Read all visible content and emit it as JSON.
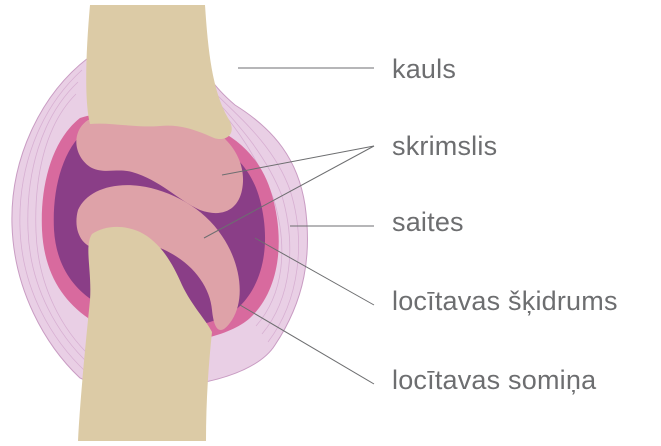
{
  "labels": {
    "bone": "kauls",
    "cartilage": "skrimslis",
    "ligaments": "saites",
    "synovial_fluid": "locītavas šķidrums",
    "joint_capsule": "locītavas somiņa"
  },
  "colors": {
    "ligament_outer": "#e7c9e2",
    "ligament_stroke": "#cfa0c9",
    "capsule": "#d96b9f",
    "fluid": "#8a3f86",
    "cartilage": "#dfa3a8",
    "bone": "#dccba6",
    "leader_line": "#6d6e70",
    "label_text": "#6d6e70"
  }
}
